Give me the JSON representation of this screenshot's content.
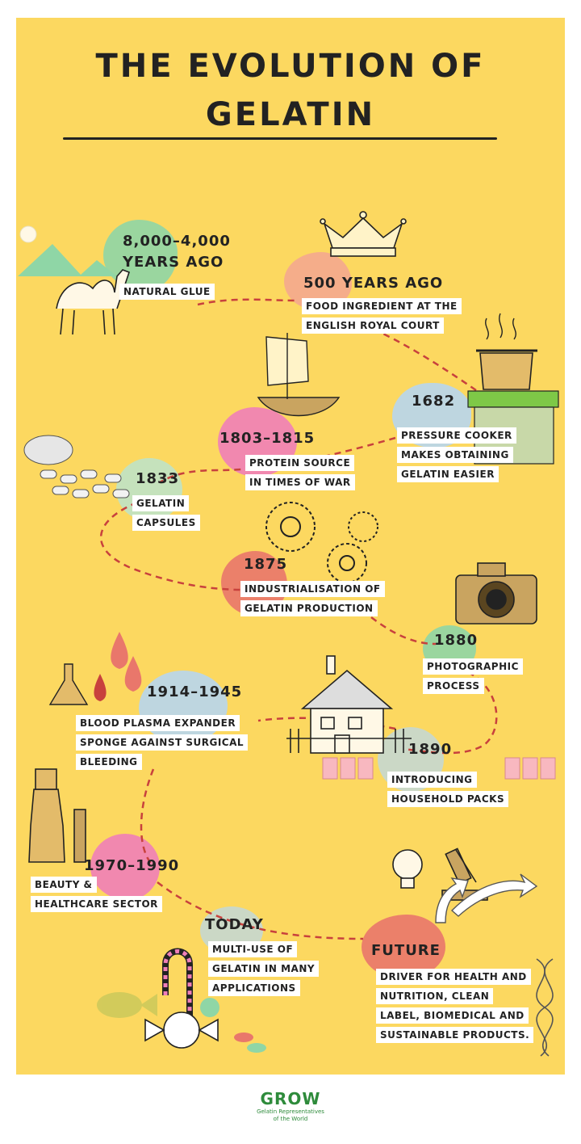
{
  "title": "THE EVOLUTION OF GELATIN",
  "colors": {
    "background": "#fcd860",
    "path": "#c8413d",
    "ink": "#222222",
    "blob_green": "#8fd6a6",
    "blob_peach": "#f4a98f",
    "blob_blue": "#b7d6ee",
    "blob_pink": "#f07fb8",
    "blob_red": "#e9776b",
    "blob_mint": "#bfe3c7",
    "logo_green": "#2e8b3b"
  },
  "milestones": [
    {
      "date": "8,000–4,000\nYEARS AGO",
      "lines": [
        "NATURAL GLUE"
      ]
    },
    {
      "date": "500 YEARS AGO",
      "lines": [
        "FOOD INGREDIENT AT THE",
        "ENGLISH ROYAL COURT"
      ]
    },
    {
      "date": "1682",
      "lines": [
        "PRESSURE COOKER",
        "MAKES OBTAINING",
        "GELATIN EASIER"
      ]
    },
    {
      "date": "1803–1815",
      "lines": [
        "PROTEIN SOURCE",
        "IN TIMES OF WAR"
      ]
    },
    {
      "date": "1833",
      "lines": [
        "GELATIN",
        "CAPSULES"
      ]
    },
    {
      "date": "1875",
      "lines": [
        "INDUSTRIALISATION OF",
        "GELATIN PRODUCTION"
      ]
    },
    {
      "date": "1880",
      "lines": [
        "PHOTOGRAPHIC",
        "PROCESS"
      ]
    },
    {
      "date": "1914–1945",
      "lines": [
        "BLOOD PLASMA EXPANDER",
        "SPONGE AGAINST SURGICAL",
        "BLEEDING"
      ]
    },
    {
      "date": "1890",
      "lines": [
        "INTRODUCING",
        "HOUSEHOLD PACKS"
      ]
    },
    {
      "date": "1970–1990",
      "lines": [
        "BEAUTY &",
        "HEALTHCARE SECTOR"
      ]
    },
    {
      "date": "TODAY",
      "lines": [
        "MULTI-USE OF",
        "GELATIN IN MANY",
        "APPLICATIONS"
      ]
    },
    {
      "date": "FUTURE",
      "lines": [
        "DRIVER FOR HEALTH AND",
        "NUTRITION, CLEAN",
        "LABEL, BIOMEDICAL AND",
        "SUSTAINABLE PRODUCTS."
      ]
    }
  ],
  "icons": [
    "camel-icon",
    "crown-icon",
    "pot-icon",
    "ship-icon",
    "capsules-icon",
    "gears-icon",
    "camera-icon",
    "flask-icon",
    "house-icon",
    "bottle-icon",
    "bulb-icon",
    "microscope-icon",
    "dna-icon",
    "candy-icon",
    "fish-icon"
  ],
  "logo": {
    "word": "GROW",
    "tagline_1": "Gelatin Representatives",
    "tagline_2": "of the World"
  }
}
